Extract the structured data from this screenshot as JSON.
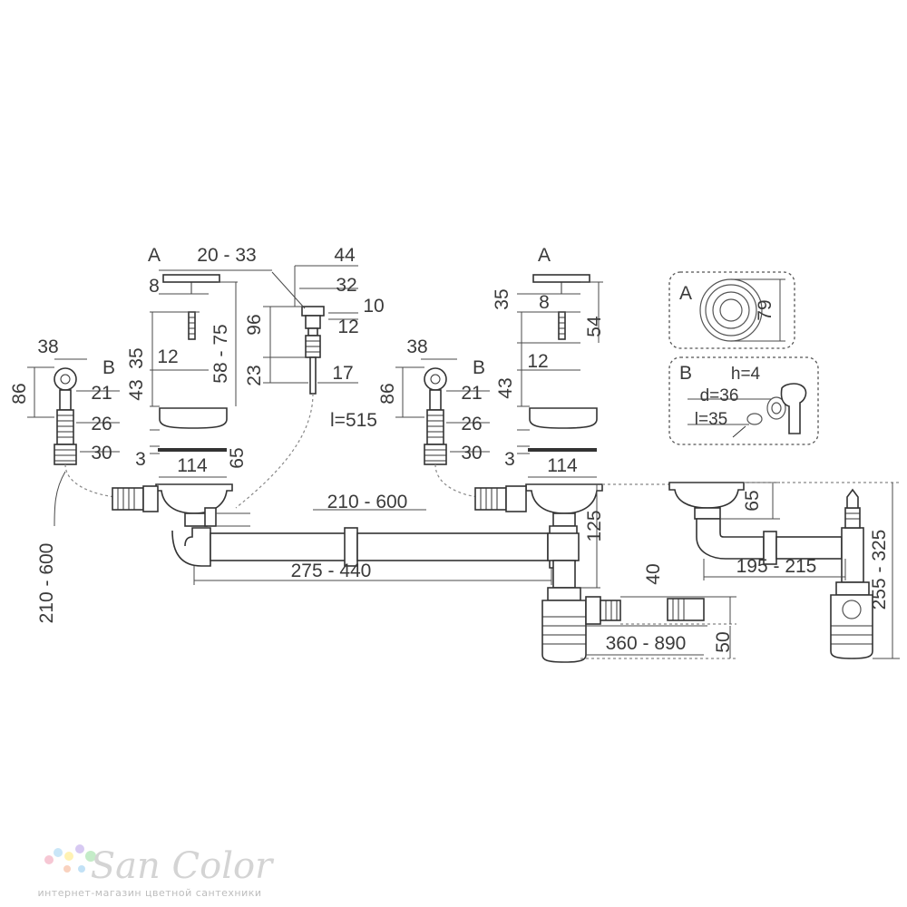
{
  "left_sink": {
    "strainer_label": "A",
    "overflow_label": "B",
    "strainer_width": "20 - 33",
    "strainer_collar": "8",
    "strainer_stem_dia": "12",
    "strainer_stem_len": "58 - 75",
    "strainer_gap_a": "35",
    "strainer_gap_b": "43",
    "basket_gasket_thk": "3",
    "basket_dia": "114",
    "outlet_height": "65",
    "overflow_width": "38",
    "overflow_height": "86",
    "overflow_d1": "21",
    "overflow_d2": "26",
    "overflow_d3": "30",
    "overflow_hose": "210 - 600"
  },
  "valve": {
    "head_width": "44",
    "head_dia": "32",
    "head_height": "10",
    "neck_dia": "12",
    "total_height": "96",
    "lower_height": "23",
    "thread_dia": "17",
    "cable_length": "l=515"
  },
  "right_sink": {
    "strainer_label": "A",
    "overflow_label": "B",
    "strainer_collar": "8",
    "strainer_gap": "35",
    "strainer_stem_len": "54",
    "strainer_stem_dia": "12",
    "strainer_gap_b": "43",
    "basket_gasket_thk": "3",
    "basket_dia": "114",
    "overflow_width": "38",
    "overflow_height": "86",
    "overflow_d1": "21",
    "overflow_d2": "26",
    "overflow_d3": "30",
    "overflow_hose": "210 - 600"
  },
  "assembly": {
    "connector_length": "275 - 440",
    "trap_height": "125",
    "side_outlet_dia": "40",
    "outlet_extension": "360 - 890",
    "outlet_height": "50"
  },
  "side_view": {
    "outlet_height": "65",
    "elbow_length": "195 - 215",
    "total_height": "255 - 325"
  },
  "detail_a": {
    "label": "A",
    "diameter": "79"
  },
  "detail_b": {
    "label": "B",
    "washer_thk": "h=4",
    "washer_dia": "d=36",
    "screw_len": "l=35"
  },
  "watermark": {
    "brand": "San Color",
    "tagline": "интернет-магазин цветной сантехники"
  }
}
